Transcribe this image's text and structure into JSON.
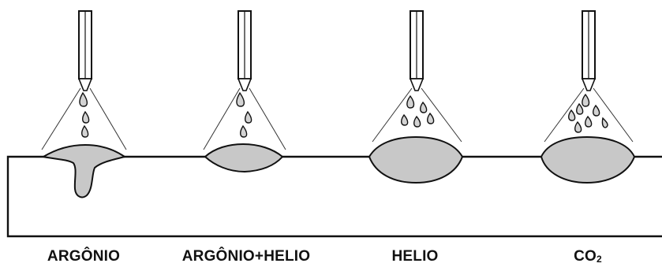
{
  "diagram": {
    "gases": [
      {
        "id": "argon",
        "label": "ARGÔNIO",
        "subscript": ""
      },
      {
        "id": "argon-helium",
        "label": "ARGÔNIO+HELIO",
        "subscript": ""
      },
      {
        "id": "helium",
        "label": "HELIO",
        "subscript": ""
      },
      {
        "id": "co2",
        "label": "CO",
        "subscript": "2"
      }
    ],
    "colors": {
      "outline": "#111111",
      "weld_pool": "#c8c8c8",
      "droplet": "#d3d3d3",
      "background": "#ffffff"
    }
  }
}
